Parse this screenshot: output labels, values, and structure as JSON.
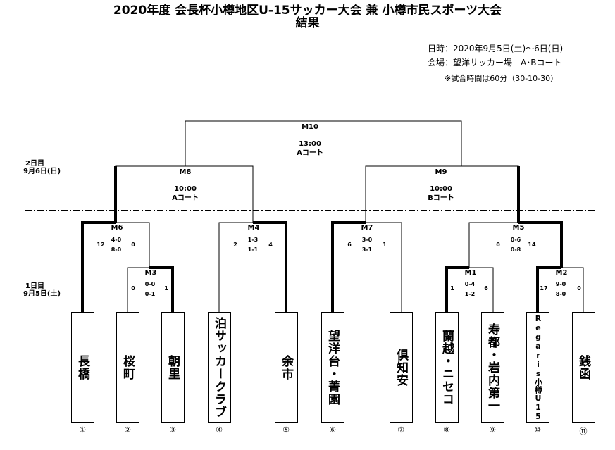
{
  "header": {
    "title_line1": "2020年度 会長杯小樽地区U-15サッカー大会 兼 小樽市民スポーツ大会",
    "title_line2": "結果",
    "date": "日時：2020年9月5日(土)～6日(日)",
    "venue": "会場：望洋サッカー場　A･Bコート",
    "note": "※試合時間は60分（30-10-30）"
  },
  "days": {
    "day2_label": "2日目",
    "day2_date": "9月6日(日)",
    "day1_label": "1日目",
    "day1_date": "9月5日(土)"
  },
  "matches": {
    "m10": {
      "name": "M10",
      "time": "13:00",
      "court": "Aコート"
    },
    "m8": {
      "name": "M8",
      "time": "10:00",
      "court": "Aコート"
    },
    "m9": {
      "name": "M9",
      "time": "10:00",
      "court": "Bコート"
    },
    "m6": {
      "name": "M6",
      "left": "12",
      "half1": "4-0",
      "half2": "8-0",
      "right": "0"
    },
    "m4": {
      "name": "M4",
      "left": "2",
      "half1": "1-3",
      "half2": "1-1",
      "right": "4"
    },
    "m7": {
      "name": "M7",
      "left": "6",
      "half1": "3-0",
      "half2": "3-1",
      "right": "1"
    },
    "m5": {
      "name": "M5",
      "left": "0",
      "half1": "0-6",
      "half2": "0-8",
      "right": "14"
    },
    "m3": {
      "name": "M3",
      "left": "0",
      "half1": "0-0",
      "half2": "0-1",
      "right": "1"
    },
    "m1": {
      "name": "M1",
      "left": "1",
      "half1": "0-4",
      "half2": "1-2",
      "right": "6"
    },
    "m2": {
      "name": "M2",
      "left": "17",
      "half1": "9-0",
      "half2": "8-0",
      "right": "0"
    }
  },
  "teams": [
    {
      "name": "長橋",
      "number": "①"
    },
    {
      "name": "桜町",
      "number": "②"
    },
    {
      "name": "朝里",
      "number": "③"
    },
    {
      "name": "泊サッカークラブ",
      "number": "④"
    },
    {
      "name": "余市",
      "number": "⑤"
    },
    {
      "name": "望洋台・菁園",
      "number": "⑥"
    },
    {
      "name": "倶知安",
      "number": "⑦"
    },
    {
      "name": "蘭越・ニセコ",
      "number": "⑧"
    },
    {
      "name": "寿都・岩内第一",
      "number": "⑨"
    },
    {
      "name": "Regaris小樽U15",
      "number": "⑩"
    },
    {
      "name": "銭函",
      "number": "⑪"
    }
  ]
}
